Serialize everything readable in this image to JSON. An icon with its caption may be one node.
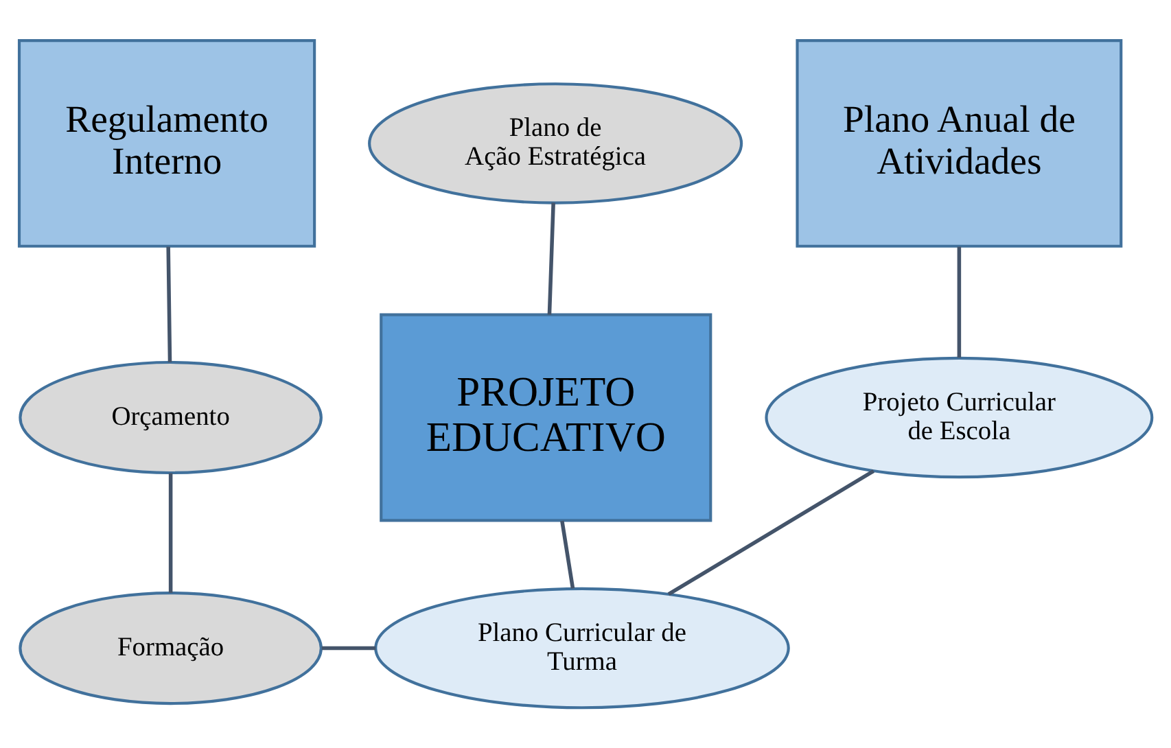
{
  "diagram": {
    "nodes": [
      {
        "text": [
          "Regulamento Interno"
        ]
      },
      {
        "text": [
          "Plano de Ação Estratégica"
        ]
      },
      {
        "text": [
          "Plano Anual de Atividades"
        ]
      },
      {
        "text": [
          "PROJETO EDUCATIVO"
        ]
      },
      {
        "text": [
          "Orçamento"
        ]
      },
      {
        "text": [
          "Projeto Curricular de Escola"
        ]
      },
      {
        "text": [
          "Formação"
        ]
      },
      {
        "text": [
          "Plano Curricular de Turma"
        ]
      }
    ],
    "edges": [
      {
        "from": 1,
        "to": 3,
        "arrow": "none"
      },
      {
        "from": 0,
        "to": 4,
        "arrow": "none"
      },
      {
        "from": 2,
        "to": 5,
        "arrow": "none"
      },
      {
        "from": 4,
        "to": 6,
        "arrow": "none"
      },
      {
        "from": 3,
        "to": 7,
        "arrow": "none"
      },
      {
        "from": 6,
        "to": 7,
        "arrow": "none"
      },
      {
        "from": 7,
        "to": 5,
        "arrow": "none"
      }
    ]
  }
}
